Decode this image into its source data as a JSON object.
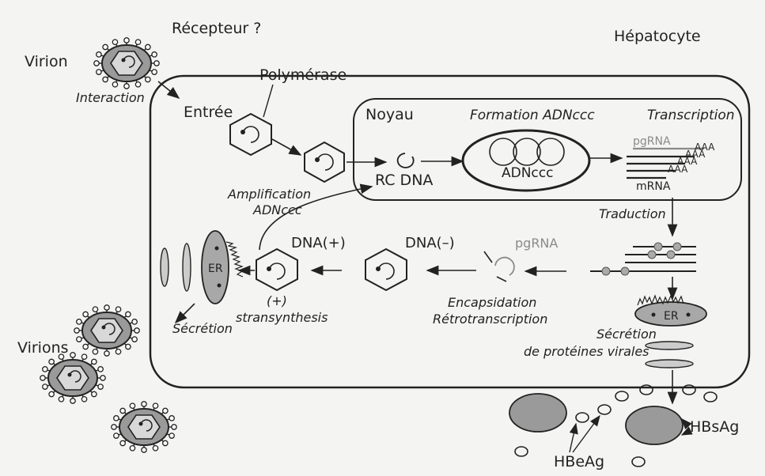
{
  "labels": {
    "receptor": "Récepteur ?",
    "hepatocyte": "Hépatocyte",
    "virion": "Virion",
    "interaction": "Interaction",
    "polymerase": "Polymérase",
    "entry": "Entrée",
    "nucleus": "Noyau",
    "ccc_formation": "Formation ADNccc",
    "transcription": "Transcription",
    "rc_dna": "RC DNA",
    "adnccc": "ADNccc",
    "pgrna_top": "pgRNA",
    "mrna": "mRNA",
    "amplification_line1": "Amplification",
    "amplification_line2": "ADNccc",
    "translation": "Traduction",
    "dna_plus": "DNA(+)",
    "dna_minus": "DNA(–)",
    "pgrna_mid": "pgRNA",
    "er_left": "ER",
    "er_right": "ER",
    "plus_strand_line1": "(+)",
    "plus_strand_line2": "stransynthesis",
    "encapsidation_line1": "Encapsidation",
    "encapsidation_line2": "Rétrotranscription",
    "secretion_left": "Sécrétion",
    "virions": "Virions",
    "secretion_proteins_line1": "Sécrétion",
    "secretion_proteins_line2": "de protéines virales",
    "hbsag": "HBsAg",
    "hbeag": "HBeAg"
  },
  "colors": {
    "stroke": "#222222",
    "virion_fill": "#9a9a9a",
    "er_fill": "#a8a8a8",
    "pgrna": "#8a8a8a"
  }
}
